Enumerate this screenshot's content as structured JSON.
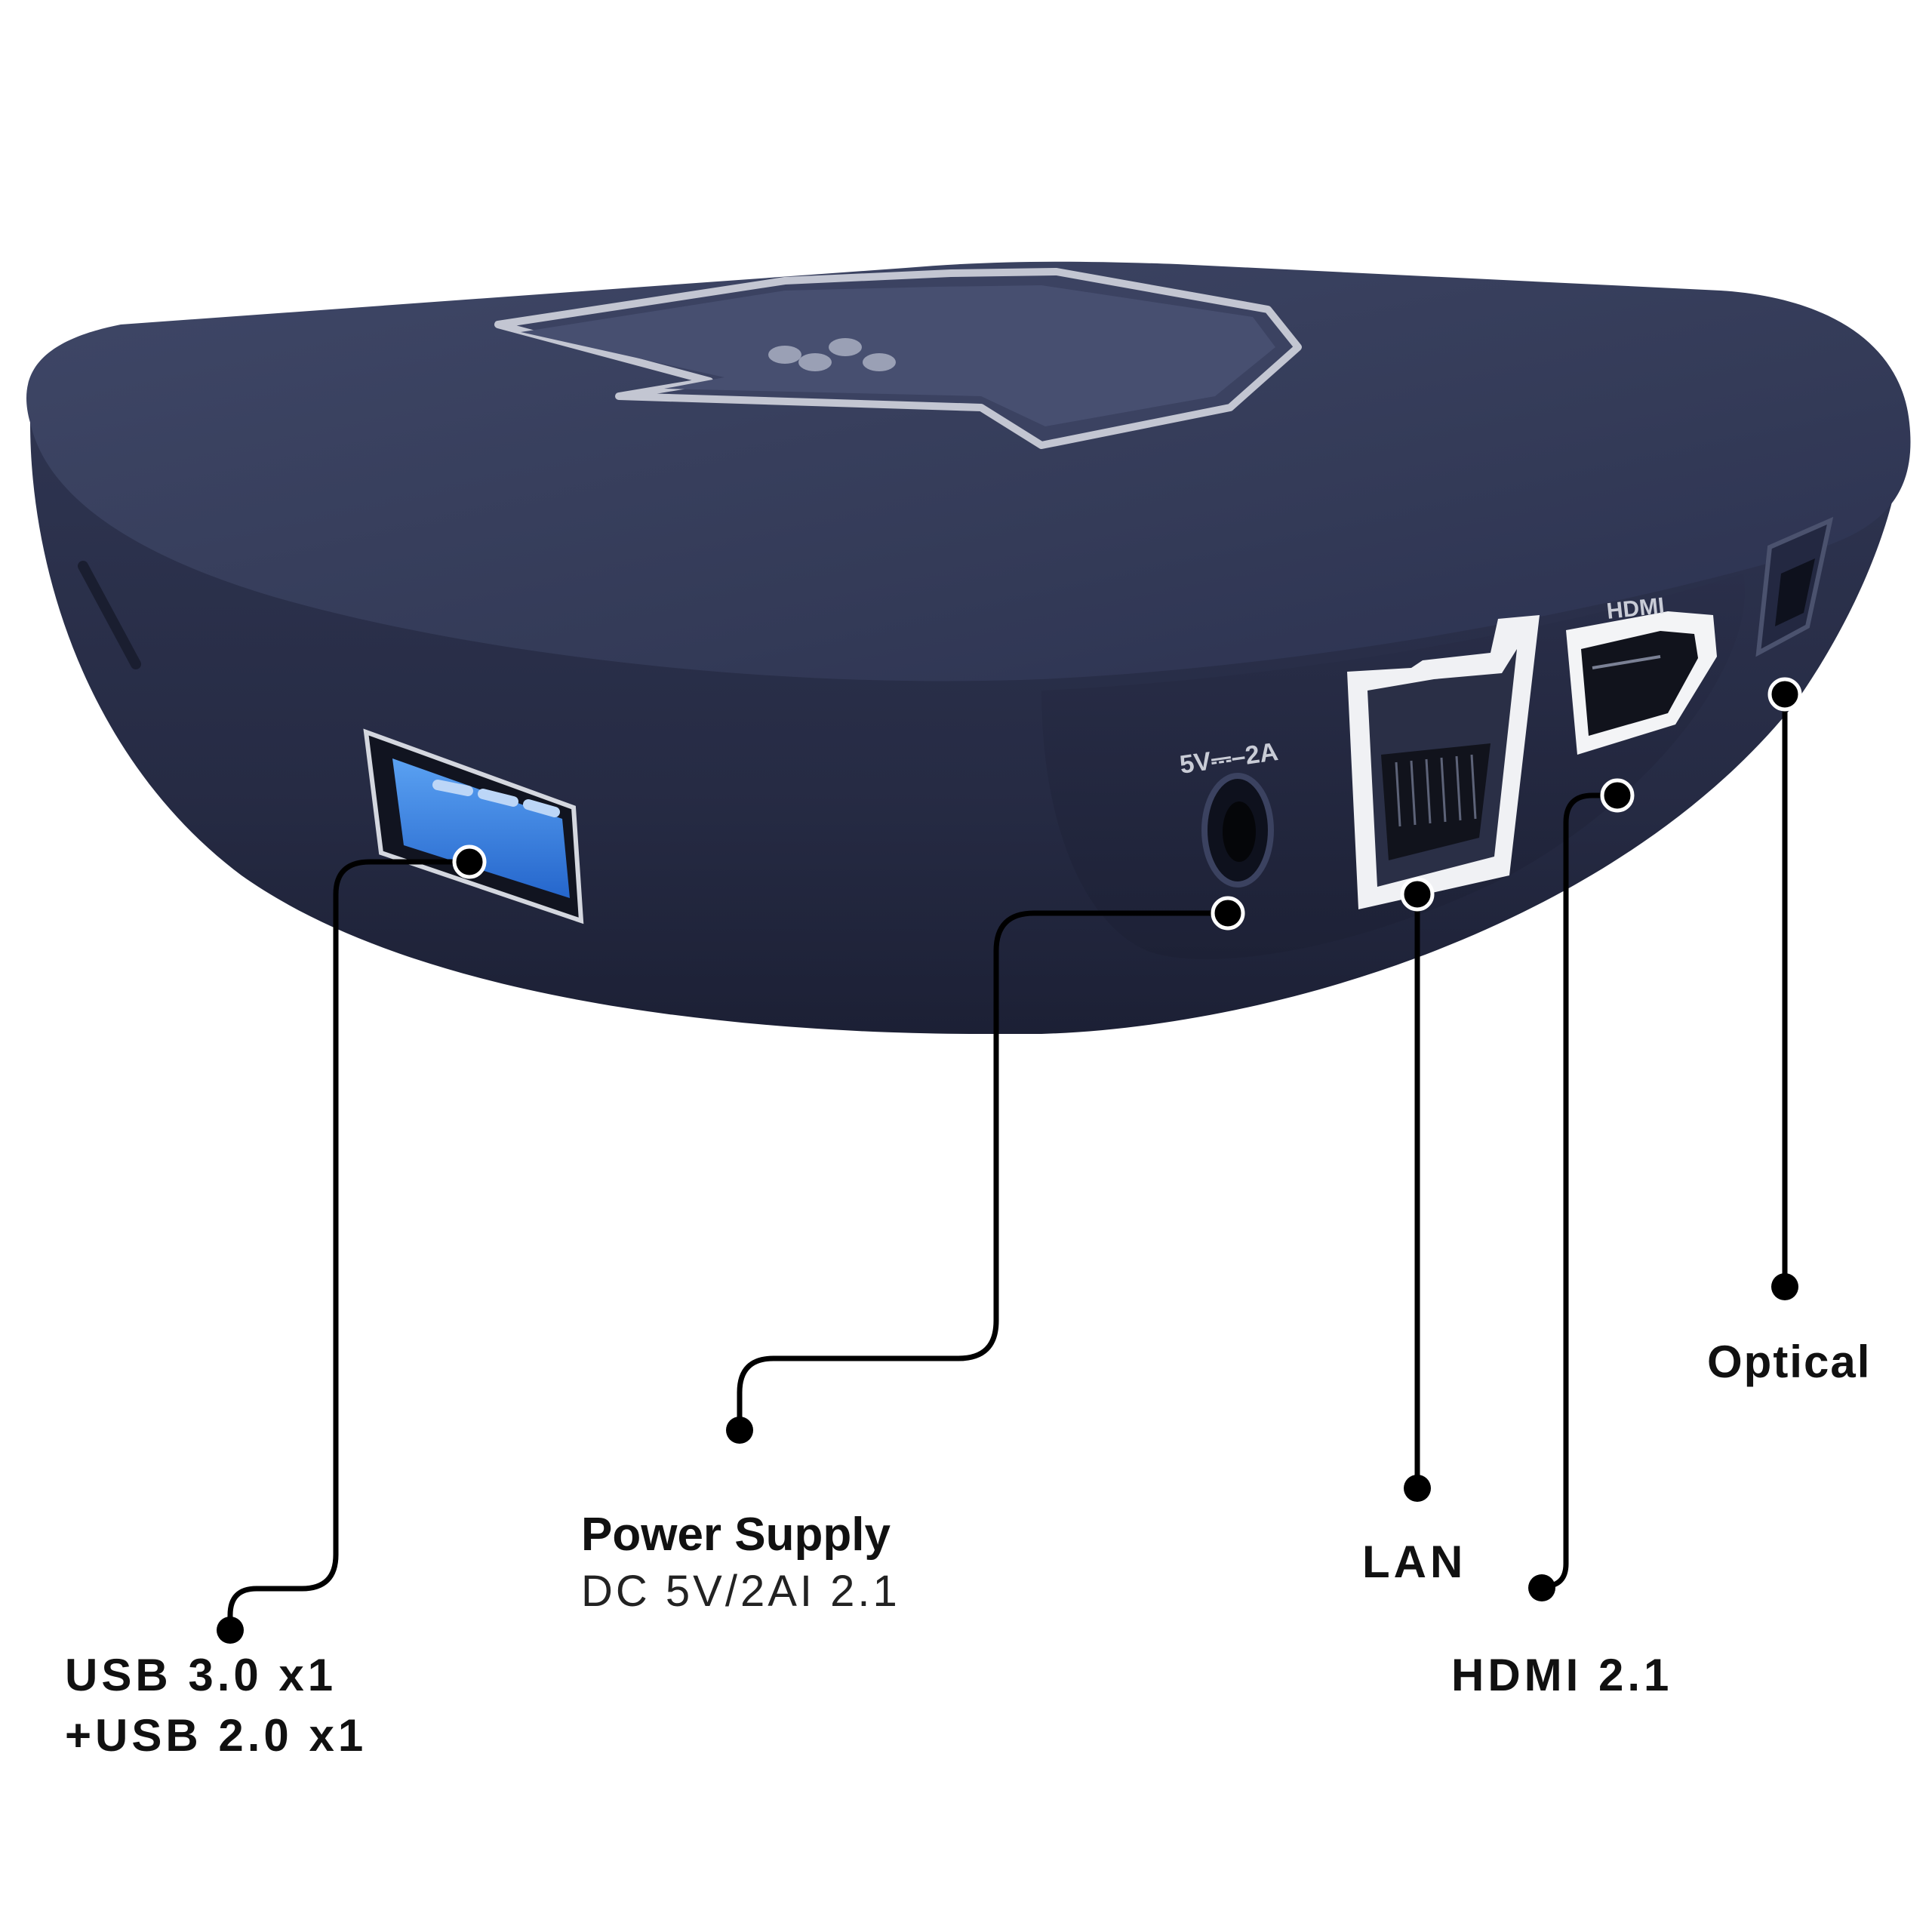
{
  "device": {
    "ports": {
      "power_marking": "5V⎓–2A",
      "hdmi_marking": "HDMI"
    }
  },
  "callouts": {
    "usb": {
      "line1": "USB 3.0 x1",
      "line2": "+USB 2.0 x1"
    },
    "power": {
      "title": "Power Supply",
      "subtitle": "DC 5V/2AI 2.1"
    },
    "lan": {
      "label": "LAN"
    },
    "hdmi": {
      "label": "HDMI 2.1"
    },
    "optical": {
      "label": "Optical"
    }
  },
  "colors": {
    "body": "#2f3550",
    "body_dark": "#1d2236",
    "top_panel": "#3c4463",
    "accent_light": "#b9bdca",
    "usb_blue": "#2f7de0",
    "leader_line": "#000000",
    "label_text": "#111111"
  }
}
